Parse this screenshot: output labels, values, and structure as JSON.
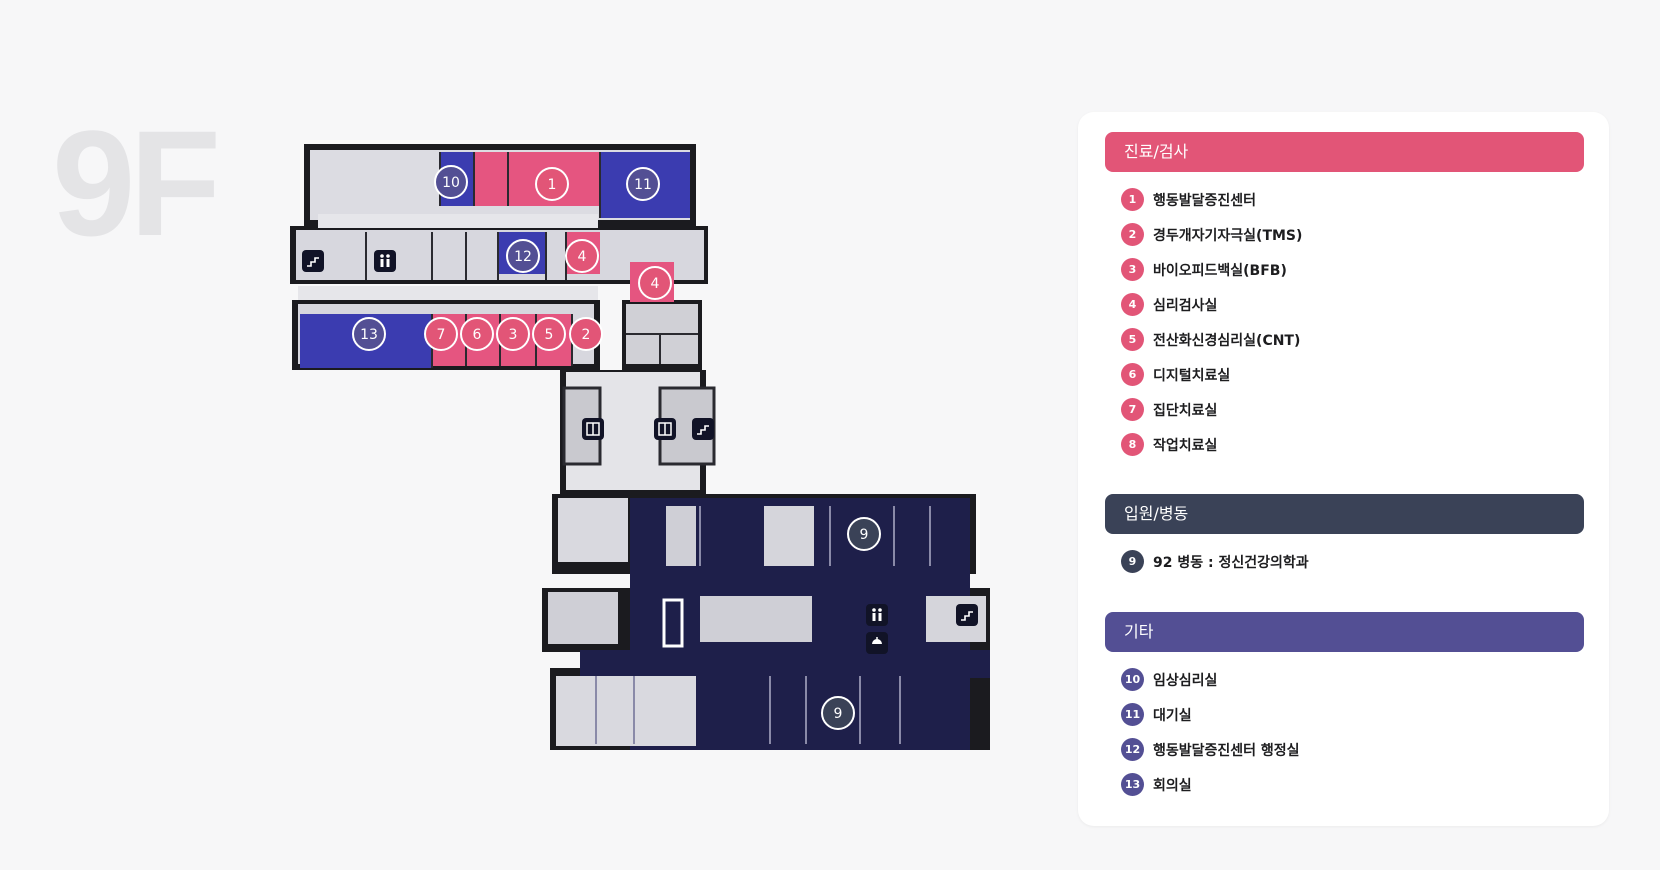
{
  "floor": "9F",
  "colors": {
    "clinic": "#e25577",
    "inpatient": "#3a4257",
    "other": "#534f94",
    "ward_fill": "#1e1f4a",
    "room_pink": "#e55580",
    "room_blue": "#3b3cb0"
  },
  "map_markers": {
    "m10": "10",
    "m1": "1",
    "m11": "11",
    "m12": "12",
    "m4a": "4",
    "m4b": "4",
    "m13": "13",
    "m7": "7",
    "m6": "6",
    "m3": "3",
    "m5": "5",
    "m2": "2",
    "m9a": "9",
    "m9b": "9"
  },
  "map_icons": [
    "stairs-icon",
    "restroom-icon",
    "elevator-icon",
    "elevator-icon",
    "stairs-icon",
    "restroom-icon",
    "stairs-icon",
    "shower-icon"
  ],
  "legend": {
    "clinic": {
      "title": "진료/검사",
      "items": [
        {
          "num": "1",
          "label": "행동발달증진센터"
        },
        {
          "num": "2",
          "label": "경두개자기자극실(TMS)"
        },
        {
          "num": "3",
          "label": "바이오피드백실(BFB)"
        },
        {
          "num": "4",
          "label": "심리검사실"
        },
        {
          "num": "5",
          "label": "전산화신경심리실(CNT)"
        },
        {
          "num": "6",
          "label": "디지털치료실"
        },
        {
          "num": "7",
          "label": "집단치료실"
        },
        {
          "num": "8",
          "label": "작업치료실"
        }
      ]
    },
    "inpatient": {
      "title": "입원/병동",
      "items": [
        {
          "num": "9",
          "label": "92 병동 : 정신건강의학과"
        }
      ]
    },
    "other": {
      "title": "기타",
      "items": [
        {
          "num": "10",
          "label": "임상심리실"
        },
        {
          "num": "11",
          "label": "대기실"
        },
        {
          "num": "12",
          "label": "행동발달증진센터 행정실"
        },
        {
          "num": "13",
          "label": "회의실"
        }
      ]
    }
  }
}
